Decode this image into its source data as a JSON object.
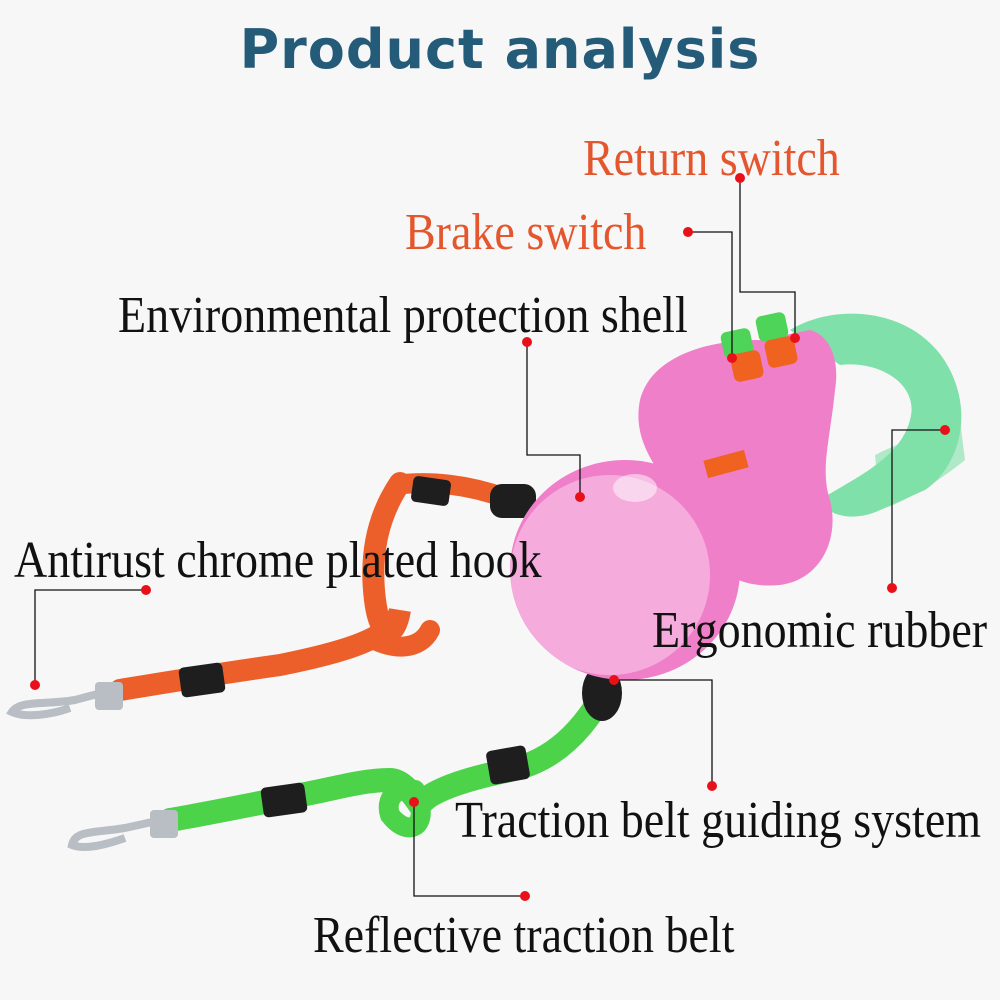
{
  "title": "Product analysis",
  "colors": {
    "title": "#245b78",
    "highlight_label": "#e4572e",
    "label": "#111111",
    "marker": "#e8111a",
    "shell_pink": "#f07fc9",
    "handle_mint": "#7fe0a9",
    "belt_orange": "#ec5f2a",
    "belt_green": "#4cd34a",
    "button_green": "#4fd45a",
    "button_orange": "#f0621f",
    "clip_black": "#1e1e1e",
    "hook_metal": "#b9bec4"
  },
  "labels": {
    "return_switch": "Return switch",
    "brake_switch": "Brake switch",
    "shell": "Environmental protection shell",
    "hook": "Antirust chrome plated hook",
    "rubber": "Ergonomic rubber",
    "guide": "Traction belt guiding system",
    "belt": "Reflective traction belt"
  },
  "icons": {
    "marker": "red-dot-icon",
    "product": "dual-retractable-dog-leash"
  }
}
